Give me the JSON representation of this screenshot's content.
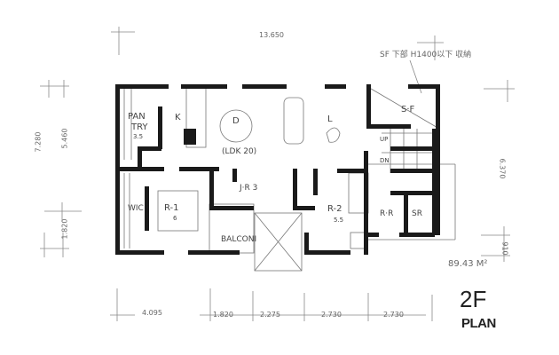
{
  "title": {
    "floor": "2F",
    "subtitle": "PLAN"
  },
  "area": "89.43 M²",
  "note": "SF 下部 H1400以下 収納",
  "dimensions": {
    "top_total": "13.650",
    "bottom": [
      "4.095",
      "1.820",
      "2.275",
      "2.730",
      "2.730"
    ],
    "left_total": "7.280",
    "left_parts": [
      "5.460",
      "1.820"
    ],
    "right_parts": [
      "6.370",
      "910"
    ]
  },
  "rooms": {
    "pantry": [
      "PAN",
      "TRY",
      "3.5"
    ],
    "kitchen": "K",
    "dining": "D",
    "living": "L",
    "ldk": "(LDK 20)",
    "jr": "J·R 3",
    "r1": "R-1",
    "r1_size": "6",
    "wic": "WIC",
    "r2": "R-2",
    "r2_size": "5.5",
    "balcony": "BALCONI",
    "rr": "R·R",
    "sr": "SR",
    "sf": "S·F",
    "up": "UP",
    "dn": "DN"
  },
  "colors": {
    "wall": "#1a1a1a",
    "line": "#777777"
  }
}
